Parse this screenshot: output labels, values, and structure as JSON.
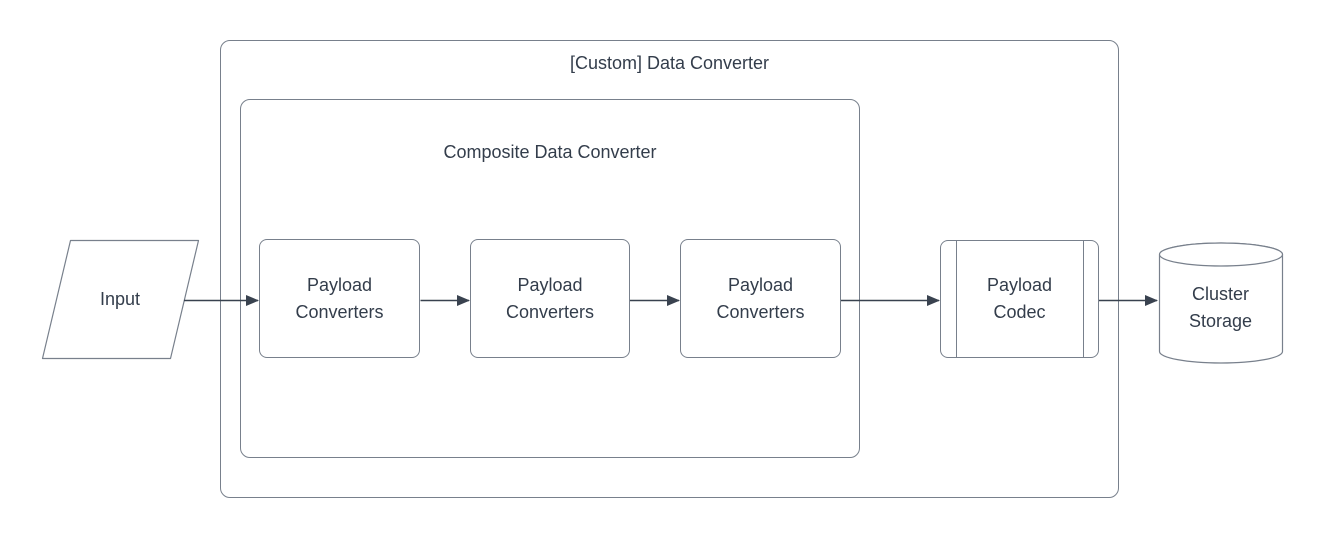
{
  "diagram": {
    "containers": {
      "custom_data_converter": {
        "label": "[Custom] Data Converter"
      },
      "composite_data_converter": {
        "label": "Composite Data Converter"
      }
    },
    "nodes": {
      "input": {
        "label": "Input",
        "shape": "parallelogram"
      },
      "payload_converter_1": {
        "label": "Payload Converters",
        "shape": "rounded-rectangle"
      },
      "payload_converter_2": {
        "label": "Payload Converters",
        "shape": "rounded-rectangle"
      },
      "payload_converter_3": {
        "label": "Payload Converters",
        "shape": "rounded-rectangle"
      },
      "payload_codec": {
        "label": "Payload Codec",
        "shape": "predefined-process"
      },
      "cluster_storage": {
        "label": "Cluster Storage",
        "shape": "cylinder"
      }
    },
    "edges": [
      {
        "from": "input",
        "to": "payload_converter_1"
      },
      {
        "from": "payload_converter_1",
        "to": "payload_converter_2"
      },
      {
        "from": "payload_converter_2",
        "to": "payload_converter_3"
      },
      {
        "from": "payload_converter_3",
        "to": "payload_codec"
      },
      {
        "from": "payload_codec",
        "to": "cluster_storage"
      }
    ],
    "colors": {
      "background": "#ffffff",
      "shape_fill": "#ffffff",
      "border": "#78808c",
      "text": "#333d4b",
      "arrow": "#39424f"
    }
  }
}
